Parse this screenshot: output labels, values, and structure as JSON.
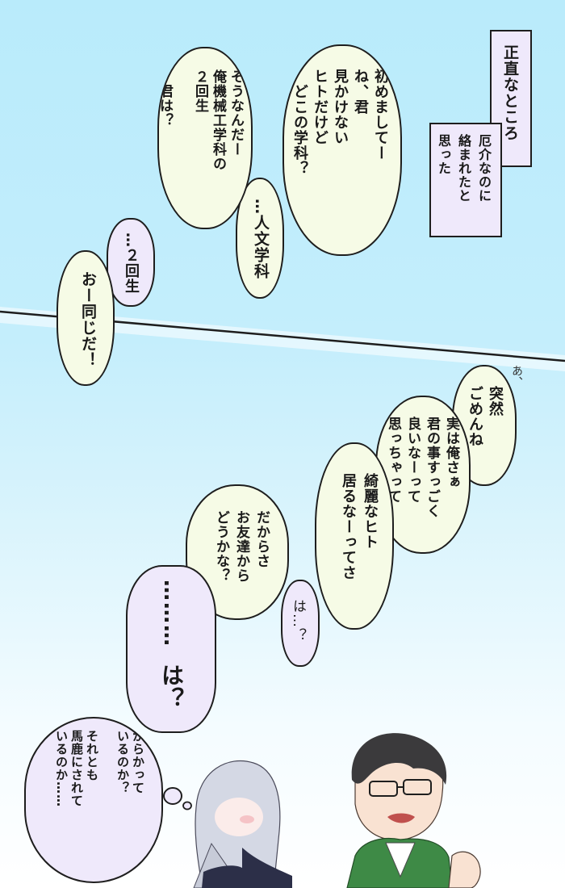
{
  "narration": {
    "part1": "正直なところ",
    "part2": "厄介なのに\n絡まれたと\n思った"
  },
  "scene1": {
    "first_meeting": "初めましてー\nね、君\n見かけない\nヒトだけど\n　どこの学科？",
    "humanities": "…人文学科",
    "mechanical": "そうなんだー\n俺機械工学科の\n２回生\n\n　君は？",
    "second_year": "…２回生",
    "same": "おー同じだ！"
  },
  "scene2": {
    "ah": "あ、",
    "sudden": "突然\nごめんね",
    "confession": "実は俺さぁ\n君の事すっごく\n良いなーって\n思っちゃって",
    "pretty": "綺麗なヒト\n居るなーってさ",
    "huh": "は…？",
    "friends": "だからさ\nお友達から\nどうかな？",
    "shock_dots": "………",
    "shock_ha": "は？",
    "doubt": "からかって\nいるのか？\n\nそれとも\n馬鹿にされて\nいるのか……"
  },
  "colors": {
    "cream_bubble": "#f6fbe6",
    "violet_bubble": "#efe9fb",
    "outline": "#1e1e1e",
    "sky_top": "#b9ebfb"
  }
}
